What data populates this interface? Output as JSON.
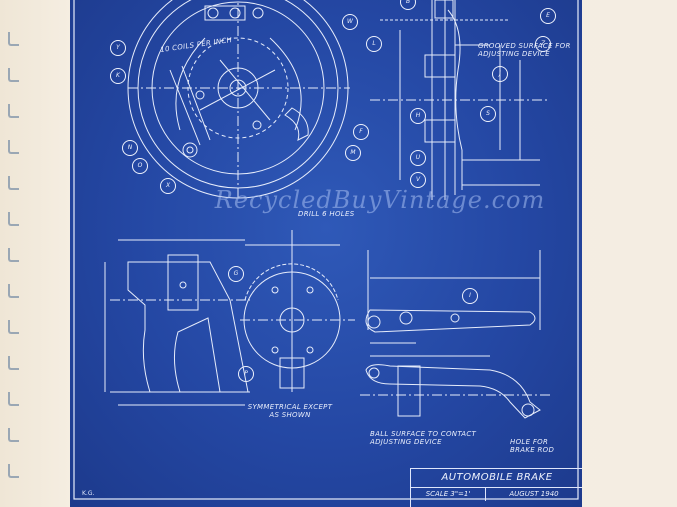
{
  "title": "AUTOMOBILE BRAKE",
  "scale": "SCALE 3\"=1'",
  "date": "AUGUST 1940",
  "initials": "K.G.",
  "watermark": "RecycledBuyVintage.com",
  "notes": {
    "coils": "10 COILS PER INCH",
    "grooved": "GROOVED SURFACE FOR ADJUSTING DEVICE",
    "drill": "DRILL 6 HOLES",
    "symmetrical": "SYMMETRICAL EXCEPT AS SHOWN",
    "ball": "BALL SURFACE TO CONTACT ADJUSTING DEVICE",
    "hole": "HOLE FOR BRAKE ROD"
  },
  "bubbles": [
    "Y",
    "K",
    "N",
    "O",
    "X",
    "W",
    "L",
    "F",
    "M",
    "B",
    "E",
    "Z",
    "J",
    "S",
    "G",
    "P",
    "I",
    "H",
    "U",
    "V"
  ]
}
